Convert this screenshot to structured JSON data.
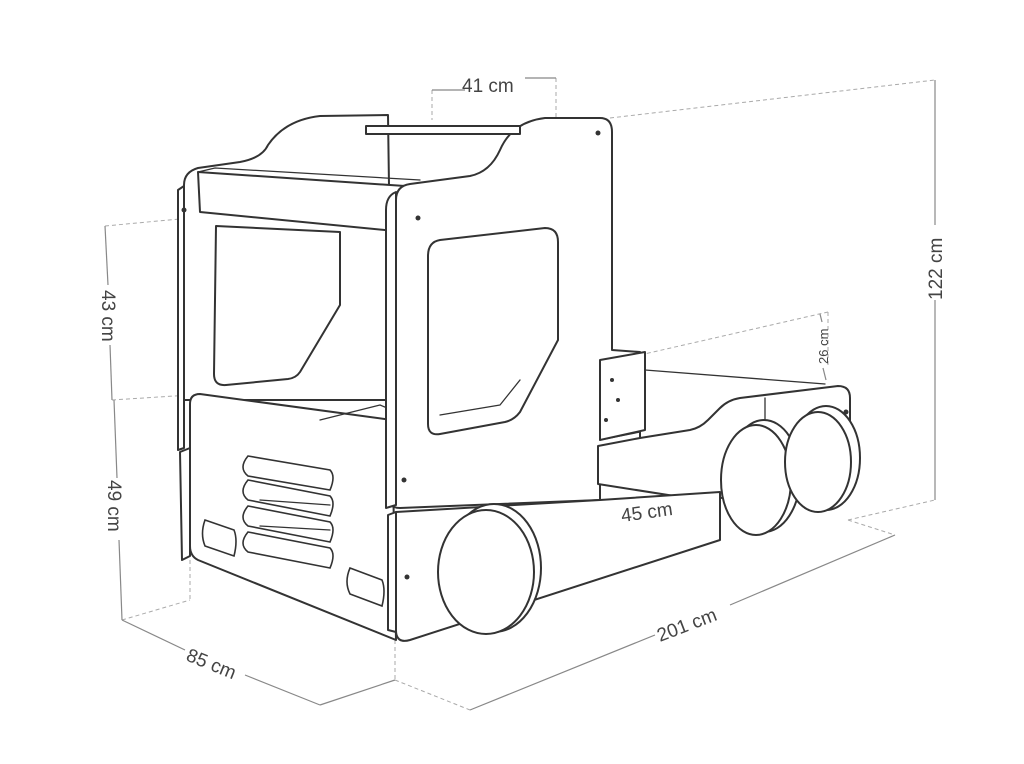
{
  "dimensions": {
    "width_top": "41 cm",
    "height_total": "122 cm",
    "cabin_height": "43 cm",
    "base_height": "49 cm",
    "depth": "85 cm",
    "length": "201 cm",
    "rail_height": "26 cm",
    "gap_width": "45 cm"
  },
  "colors": {
    "line": "#333333",
    "dimension": "#888888",
    "text": "#444444",
    "background": "#ffffff"
  }
}
